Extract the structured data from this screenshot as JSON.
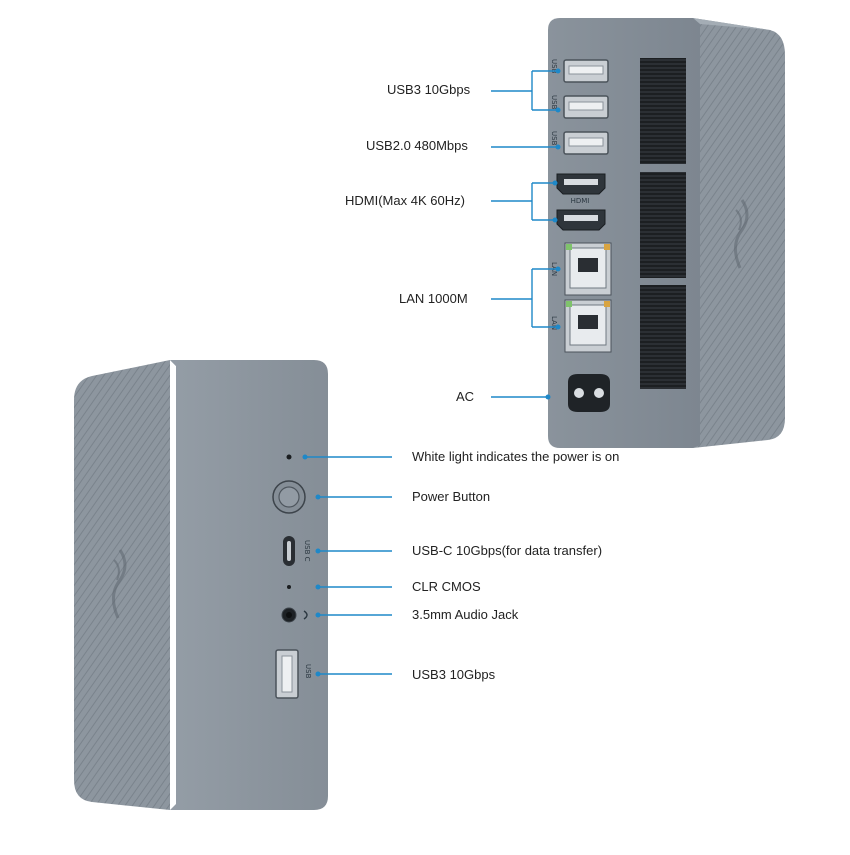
{
  "back_panel": {
    "labels": {
      "usb3": "USB3 10Gbps",
      "usb2": "USB2.0 480Mbps",
      "hdmi": "HDMI(Max 4K 60Hz)",
      "lan": "LAN 1000M",
      "ac": "AC"
    },
    "port_marks": {
      "usb": "USB",
      "hdmi": "HDMI",
      "lan": "LAN"
    }
  },
  "front_panel": {
    "labels": {
      "power_light": "White light indicates the power is on",
      "power_button": "Power Button",
      "usb_c": "USB-C 10Gbps(for data transfer)",
      "clr_cmos": "CLR CMOS",
      "audio": "3.5mm Audio Jack",
      "usb3": "USB3 10Gbps"
    },
    "port_marks": {
      "usb_c": "USB C",
      "usb": "USB"
    }
  },
  "colors": {
    "chassis": "#8c959e",
    "chassis_dark": "#6f7881",
    "callout_line": "#1e88c8",
    "vent": "#1b1e22"
  },
  "icons": [
    "usb-port-icon",
    "hdmi-port-icon",
    "lan-port-icon",
    "ac-inlet-icon",
    "power-button-icon",
    "usb-c-port-icon",
    "audio-jack-icon",
    "logo-emblem-icon"
  ]
}
